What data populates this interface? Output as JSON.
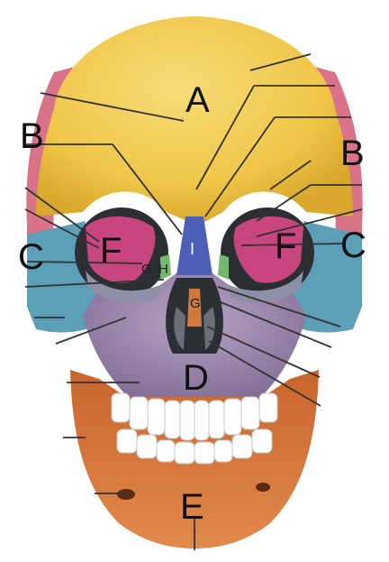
{
  "labels": {
    "A": "A",
    "B_left": "B",
    "B_right": "B",
    "C_left": "C",
    "C_right": "C",
    "D": "D",
    "E": "E",
    "F_left": "F",
    "F_right": "F",
    "G_orbit": "G",
    "H_orbit": "H",
    "G_nasal": "G",
    "I": "I"
  },
  "colors": {
    "frontal": "#efc648",
    "parietal_temporal": "#d8738a",
    "sphenoid": "#c8467e",
    "zygomatic": "#5d9fb6",
    "maxilla": "#9a85a8",
    "nasal": "#4d5fb6",
    "mandible": "#d2743a",
    "teeth": "#ffffff",
    "lacrimal": "#73b86d",
    "vomer": "#d07a40",
    "leader_lines": "#333333"
  }
}
